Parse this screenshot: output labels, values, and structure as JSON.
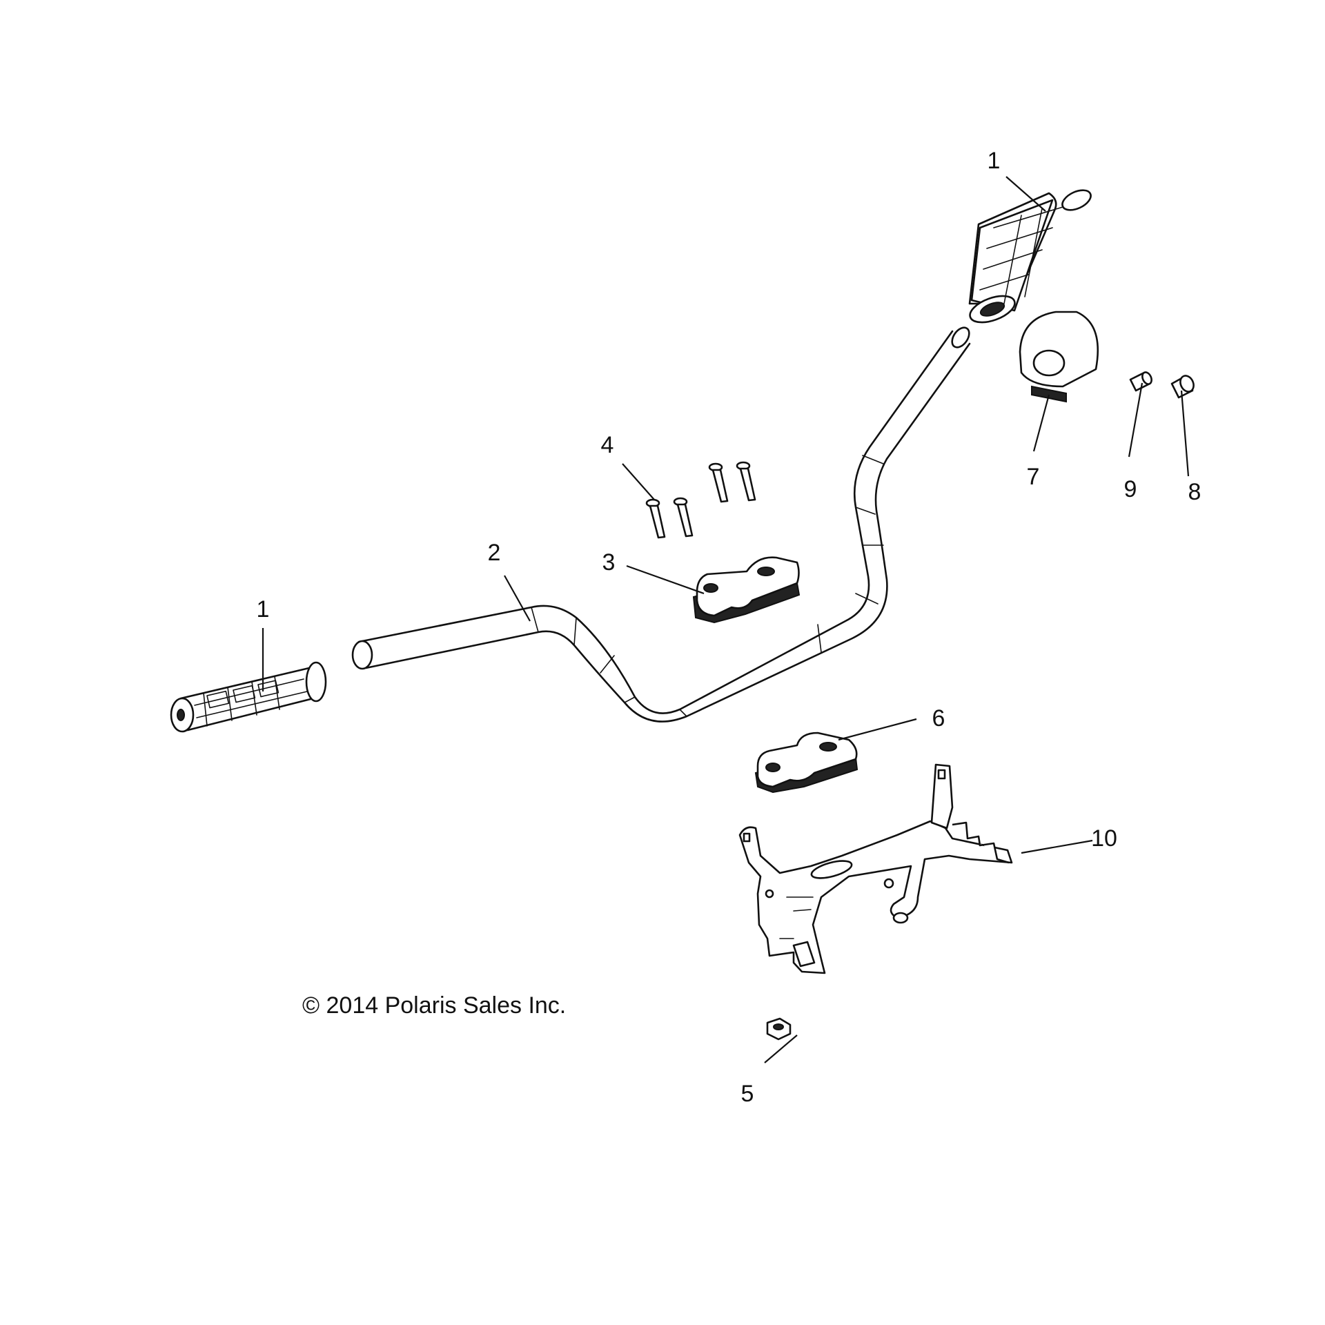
{
  "callouts": {
    "grip_right": "1",
    "grip_left": "1",
    "handlebar": "2",
    "upper_clamp": "3",
    "bolts": "4",
    "nut": "5",
    "lower_clamp": "6",
    "pad": "7",
    "plug": "8",
    "insert": "9",
    "bracket": "10"
  },
  "copyright": "© 2014 Polaris Sales Inc."
}
